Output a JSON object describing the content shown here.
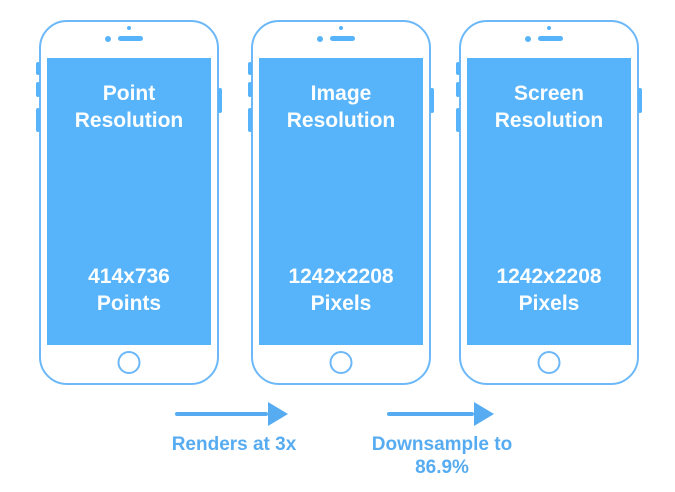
{
  "colors": {
    "screen_fill": "#58B4FA",
    "phone_outline": "#6CB8F8",
    "accent_blue": "#57ACF1",
    "screen_text": "#FDFEFF",
    "background": "#FFFFFF"
  },
  "phones": [
    {
      "title_line1": "Point",
      "title_line2": "Resolution",
      "value_line1": "414x736",
      "value_line2": "Points"
    },
    {
      "title_line1": "Image",
      "title_line2": "Resolution",
      "value_line1": "1242x2208",
      "value_line2": "Pixels"
    },
    {
      "title_line1": "Screen",
      "title_line2": "Resolution",
      "value_line1": "1242x2208",
      "value_line2": "Pixels"
    }
  ],
  "arrows": [
    {
      "label": "Renders at 3x"
    },
    {
      "label_line1": "Downsample to",
      "label_line2": "86.9%"
    }
  ]
}
